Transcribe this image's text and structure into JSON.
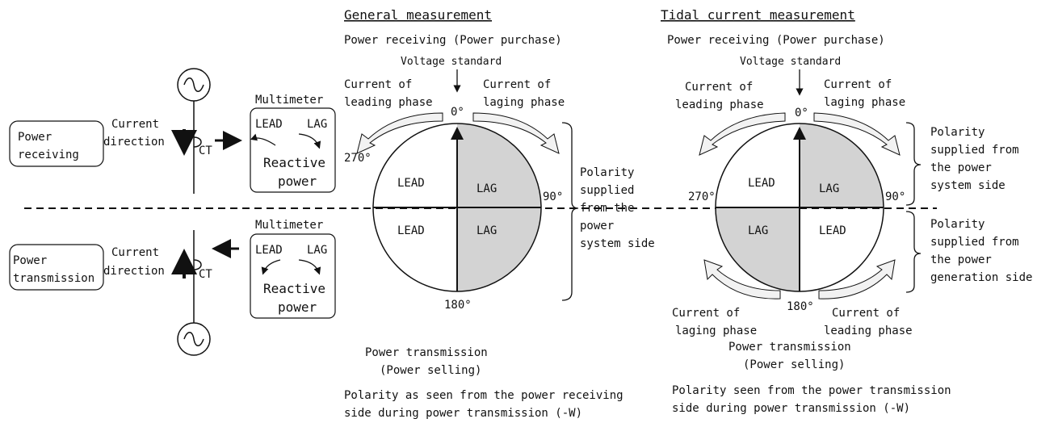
{
  "left_panel": {
    "power_receiving_box": [
      "Power",
      "receiving"
    ],
    "power_transmission_box": [
      "Power",
      "transmission"
    ],
    "current_direction": [
      "Current",
      "direction"
    ],
    "ct_label": "CT",
    "multimeter_label": "Multimeter",
    "lead": "LEAD",
    "lag": "LAG",
    "reactive_power": [
      "Reactive",
      "power"
    ]
  },
  "general": {
    "title": "General measurement",
    "top_label": "Power receiving (Power purchase)",
    "voltage_standard": "Voltage standard",
    "leading_phase": [
      "Current of",
      "leading phase"
    ],
    "laging_phase": [
      "Current of",
      "laging phase"
    ],
    "deg_0": "0°",
    "deg_90": "90°",
    "deg_180": "180°",
    "deg_270": "270°",
    "quadrants": {
      "top_left": "LEAD",
      "top_right": "LAG",
      "bottom_left": "LEAD",
      "bottom_right": "LAG"
    },
    "polarity": [
      "Polarity",
      "supplied",
      "from the",
      "power",
      "system side"
    ],
    "bottom_label": [
      "Power transmission",
      "(Power selling)"
    ],
    "footnote": [
      "Polarity as seen from the power receiving",
      "side during power transmission (-W)"
    ]
  },
  "tidal": {
    "title": "Tidal current measurement",
    "top_label": "Power receiving (Power purchase)",
    "voltage_standard": "Voltage standard",
    "leading_phase": [
      "Current of",
      "leading phase"
    ],
    "laging_phase": [
      "Current of",
      "laging phase"
    ],
    "bottom_laging": [
      "Current of",
      "laging phase"
    ],
    "bottom_leading": [
      "Current of",
      "leading phase"
    ],
    "deg_0": "0°",
    "deg_90": "90°",
    "deg_180": "180°",
    "deg_270": "270°",
    "quadrants": {
      "top_left": "LEAD",
      "top_right": "LAG",
      "bottom_left": "LAG",
      "bottom_right": "LEAD"
    },
    "polarity_top": [
      "Polarity",
      "supplied from",
      "the power",
      "system side"
    ],
    "polarity_bottom": [
      "Polarity",
      "supplied from",
      "the power",
      "generation side"
    ],
    "bottom_label": [
      "Power transmission",
      "(Power selling)"
    ],
    "footnote": [
      "Polarity seen from the power transmission",
      "side during power transmission (-W)"
    ]
  },
  "colors": {
    "shade": "#d3d3d3",
    "line": "#111111",
    "arrow_fill": "#f2f2f2"
  }
}
